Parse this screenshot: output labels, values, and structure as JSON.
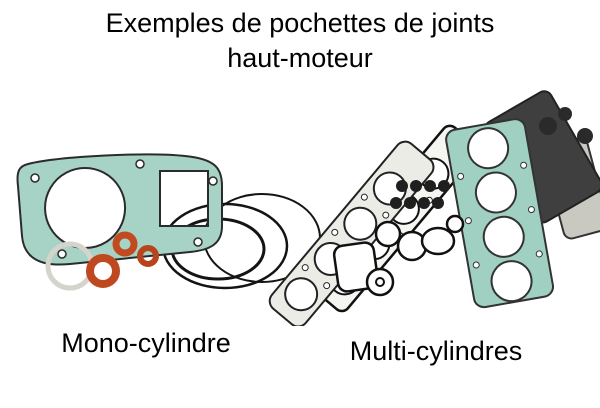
{
  "title": {
    "line1": "Exemples de pochettes de joints",
    "line2": "haut-moteur"
  },
  "captions": {
    "mono": "Mono-cylindre",
    "multi": "Multi-cylindres"
  },
  "colors": {
    "background": "#ffffff",
    "text": "#000000",
    "gasket_teal": "#a6d3c5",
    "gasket_teal_multi": "#9fd0c2",
    "oring_orange": "#c0481e",
    "outline_dark": "#1c1c1c",
    "gasket_grey": "#ecece6",
    "gasket_dark_grey": "#3f3f3f"
  }
}
